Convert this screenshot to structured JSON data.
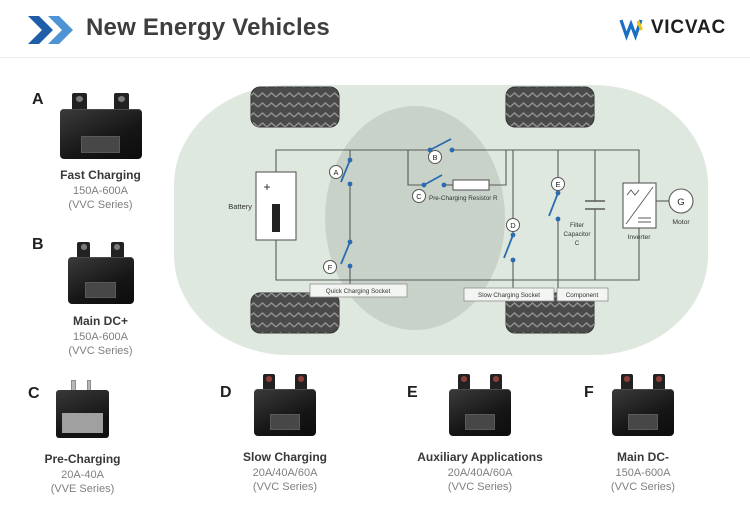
{
  "header": {
    "title": "New Energy Vehicles",
    "brand": "VICVAC"
  },
  "diagram": {
    "battery_label": "Battery",
    "battery_plus": "+",
    "pre_charging_resistor_label": "Pre-Charging Resistor R",
    "filter_capacitor_lines": [
      "Filter",
      "Capacitor",
      "C"
    ],
    "inverter_label": "Inverter",
    "motor_label": "Motor",
    "motor_symbol": "G",
    "quick_charging_socket_label": "Quick Charging Socket",
    "slow_charging_socket_label": "Slow Charging Socket",
    "component_label": "Component",
    "switch_labels": {
      "A": "A",
      "B": "B",
      "C": "C",
      "D": "D",
      "E": "E",
      "F": "F"
    }
  },
  "products": {
    "A": {
      "letter": "A",
      "name": "Fast Charging",
      "rating": "150A-600A",
      "series": "(VVC Series)"
    },
    "B": {
      "letter": "B",
      "name": "Main DC+",
      "rating": "150A-600A",
      "series": "(VVC Series)"
    },
    "C": {
      "letter": "C",
      "name": "Pre-Charging",
      "rating": "20A-40A",
      "series": "(VVE Series)"
    },
    "D": {
      "letter": "D",
      "name": "Slow Charging",
      "rating": "20A/40A/60A",
      "series": "(VVC Series)"
    },
    "E": {
      "letter": "E",
      "name": "Auxiliary Applications",
      "rating": "20A/40A/60A",
      "series": "(VVC Series)"
    },
    "F": {
      "letter": "F",
      "name": "Main DC-",
      "rating": "150A-600A",
      "series": "(VVC Series)"
    }
  },
  "colors": {
    "switch_blue": "#2b6cb0",
    "car_body_green": "#dfe8df",
    "brand_blue": "#1a6fc0",
    "brand_yellow": "#edc417"
  }
}
